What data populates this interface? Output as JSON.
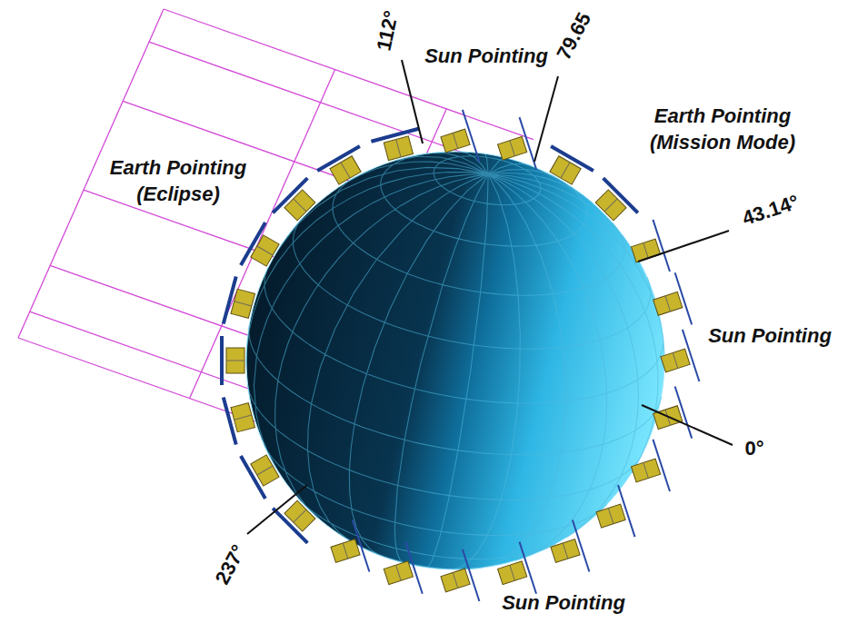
{
  "diagram": {
    "labels": [
      "112°",
      "Sun Pointing",
      "79.65",
      "Earth Pointing (Mission Mode)",
      "Earth Pointing (Eclipse)",
      "43.14°",
      "Sun Pointing",
      "0°",
      "237°",
      "Sun Pointing"
    ]
  }
}
